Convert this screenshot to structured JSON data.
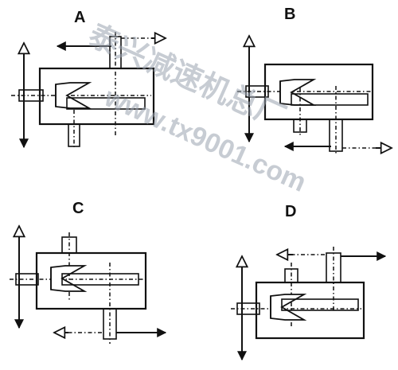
{
  "panels": [
    {
      "id": "a",
      "label": "A"
    },
    {
      "id": "b",
      "label": "B"
    },
    {
      "id": "c",
      "label": "C"
    },
    {
      "id": "d",
      "label": "D"
    }
  ],
  "watermark": {
    "line1": "泰兴减速机总厂",
    "line2": "www.tx9001.com"
  },
  "colors": {
    "ink": "#111111",
    "watermark": "#9aa4b0",
    "background": "#ffffff"
  }
}
